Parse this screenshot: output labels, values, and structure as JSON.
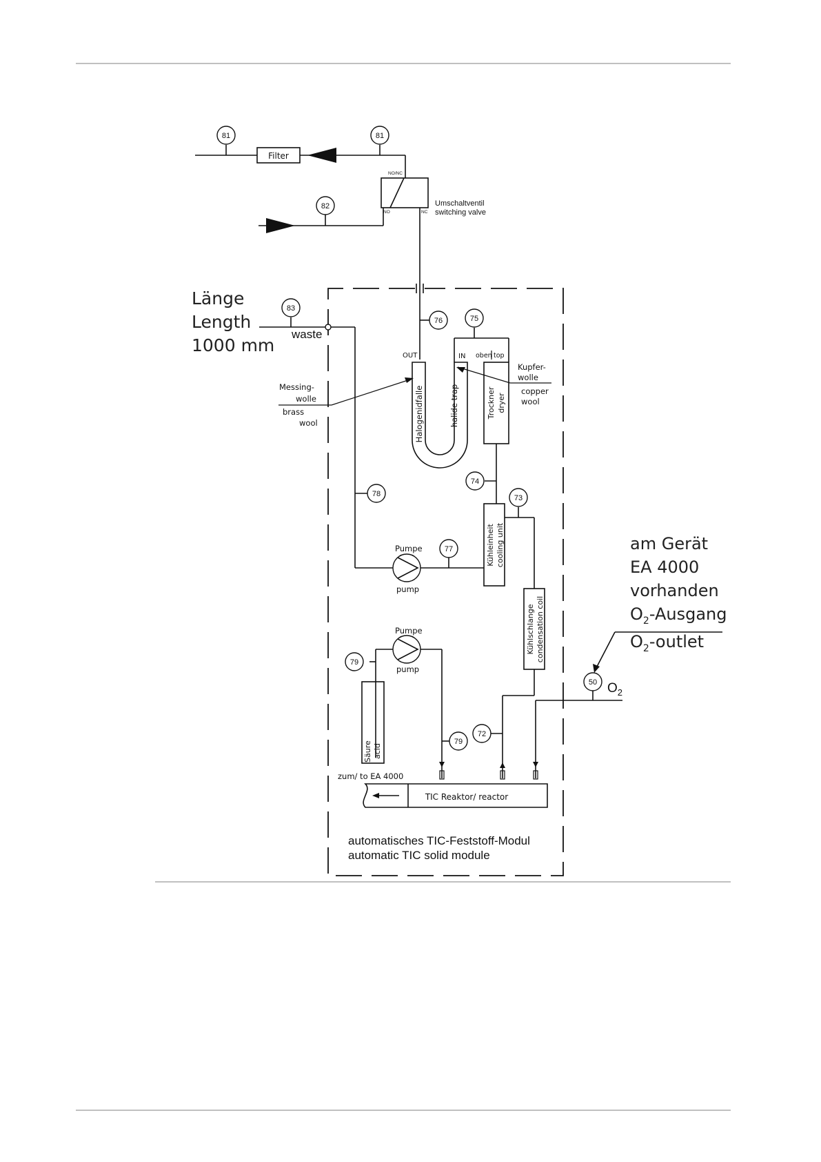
{
  "nodes": {
    "n81a": "81",
    "n81b": "81",
    "n82": "82",
    "n83": "83",
    "n76": "76",
    "n75": "75",
    "n74": "74",
    "n73": "73",
    "n78": "78",
    "n77": "77",
    "n79a": "79",
    "n79b": "79",
    "n72": "72",
    "n50": "50"
  },
  "labels": {
    "filter": "Filter",
    "valve_nonc": "NO/NC",
    "valve_no": "NO",
    "valve_nc": "NC",
    "valve_de": "Umschaltventil",
    "valve_en": "switching valve",
    "waste": "waste",
    "out": "OUT",
    "in": "IN",
    "oben": "oben",
    "top": "top",
    "halogen": "Halogenidfalle",
    "halide": "halide trap",
    "trockner": "Trockner",
    "dryer": "dryer",
    "kupfer1": "Kupfer-",
    "kupfer2": "wolle",
    "copper1": "copper",
    "copper2": "wool",
    "messing1": "Messing-",
    "messing2": "wolle",
    "brass1": "brass",
    "brass2": "wool",
    "kuehl1": "Kühleinheit",
    "kuehl2": "cooling unit",
    "pumpe1": "Pumpe",
    "pump1": "pump",
    "pumpe2": "Pumpe",
    "pump2": "pump",
    "schlange1": "Kühlschlange",
    "schlange2": "condensation coil",
    "saeure": "Säure",
    "acid": "acid",
    "zum": "zum/ to EA 4000",
    "reactor": "TIC Reaktor/ reactor",
    "module_de": "automatisches TIC-Feststoff-Modul",
    "module_en": "automatic TIC solid module",
    "o2": "O",
    "o2_sub": "2"
  },
  "callouts": {
    "laenge": "Länge",
    "length": "Length",
    "mm": "1000 mm",
    "am_geraet": "am Gerät",
    "ea4000": "EA 4000",
    "vorhanden": "vorhanden",
    "o2_ausgang_a": "O",
    "o2_ausgang_sub": "2",
    "o2_ausgang_b": "-Ausgang",
    "o2_outlet_a": "O",
    "o2_outlet_sub": "2",
    "o2_outlet_b": "-outlet"
  }
}
